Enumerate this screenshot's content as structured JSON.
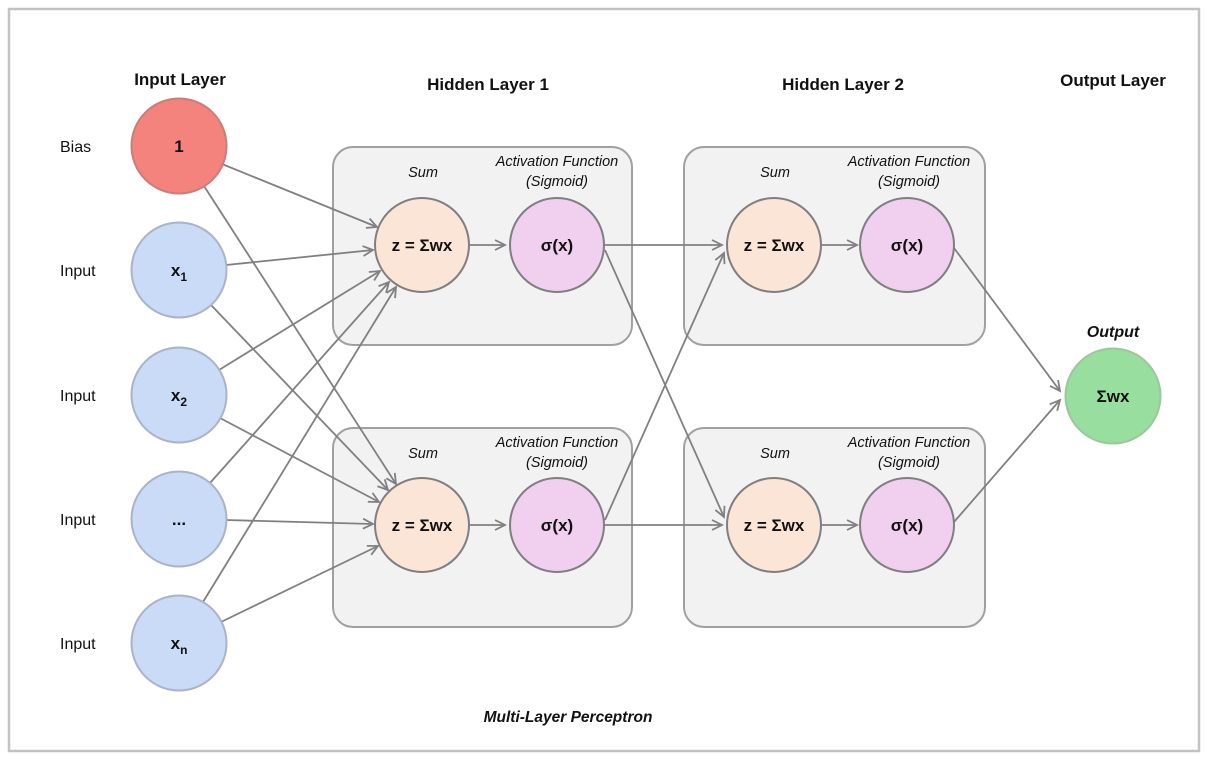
{
  "colors": {
    "bias_fill": "#F4837E",
    "bias_stroke": "#C97D79",
    "input_fill": "#C9DBF7",
    "input_stroke": "#A9B3C9",
    "sum_fill": "#FBE5D7",
    "sigma_fill": "#F0D0EE",
    "unit_stroke": "#7F7F7F",
    "output_fill": "#98DE9E",
    "output_stroke": "#9CC79C",
    "box_fill": "#F2F2F2",
    "box_stroke": "#A0A0A0",
    "connector": "#808080",
    "muted_text": "#A6A6A6",
    "caption_text": "#404040",
    "frame_stroke": "#C2C2C2"
  },
  "headers": {
    "input_layer": "Input Layer",
    "hidden_layer_1": "Hidden Layer 1",
    "hidden_layer_2": "Hidden Layer 2",
    "output_layer": "Output Layer"
  },
  "input_layer": {
    "rows": [
      {
        "side_label": "Bias",
        "node_text": "1",
        "node_sub": ""
      },
      {
        "side_label": "Input",
        "node_text": "x",
        "node_sub": "1"
      },
      {
        "side_label": "Input",
        "node_text": "x",
        "node_sub": "2"
      },
      {
        "side_label": "Input",
        "node_text": "...",
        "node_sub": ""
      },
      {
        "side_label": "Input",
        "node_text": "x",
        "node_sub": "n"
      }
    ]
  },
  "hidden_unit": {
    "sum_caption": "Sum",
    "activation_caption_line1": "Activation Function",
    "activation_caption_line2": "(Sigmoid)",
    "sum_node": "z = Σwx",
    "activation_node": "σ(x)"
  },
  "output": {
    "caption": "Output",
    "node_text": "Σwx"
  },
  "caption": "Multi-Layer Perceptron"
}
